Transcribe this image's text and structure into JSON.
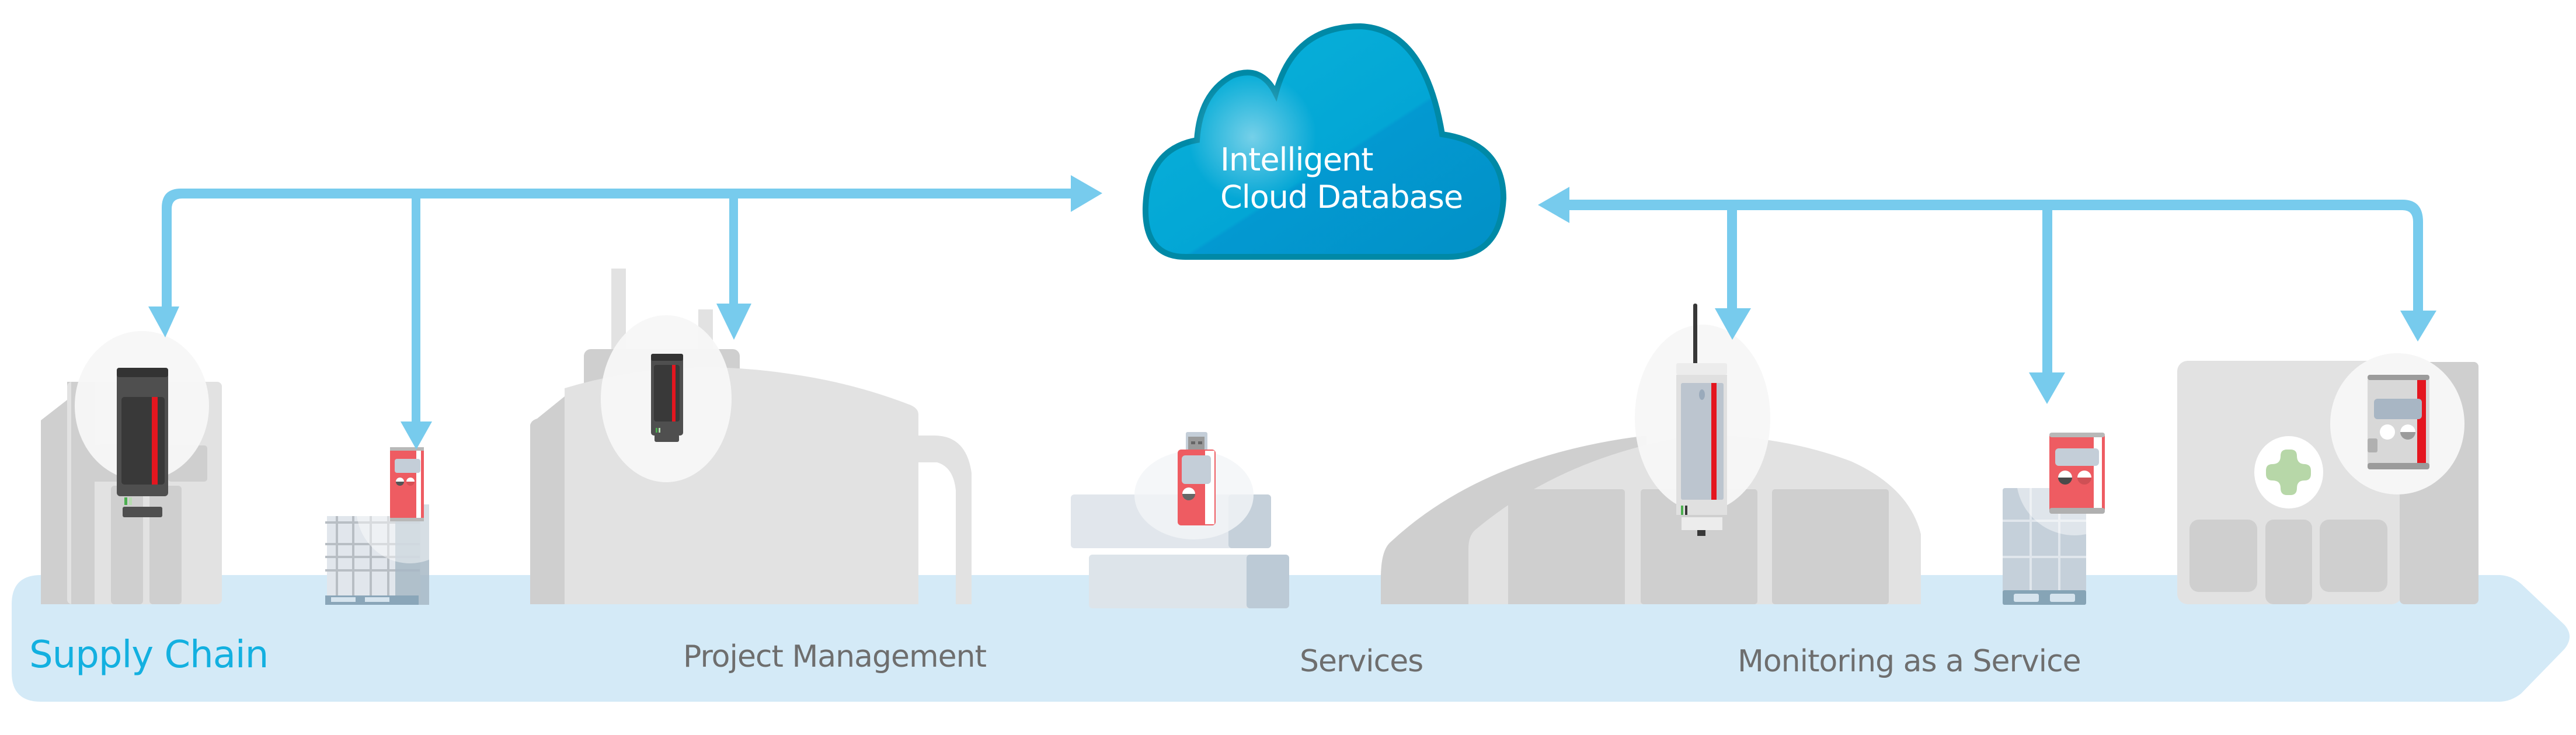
{
  "diagram": {
    "cloud": {
      "line1": "Intelligent",
      "line2": "Cloud Database",
      "icon": "cloud-icon"
    },
    "stages": [
      {
        "id": "supply-chain",
        "label": "Supply Chain",
        "emphasized": true
      },
      {
        "id": "project-management",
        "label": "Project Management",
        "emphasized": false
      },
      {
        "id": "services",
        "label": "Services",
        "emphasized": false
      },
      {
        "id": "monitoring-as-a-service",
        "label": "Monitoring as a Service",
        "emphasized": false
      }
    ],
    "scenes": [
      {
        "name": "office-building",
        "device": "dark-data-logger"
      },
      {
        "name": "ibc-container-pallet",
        "device": "red-data-logger"
      },
      {
        "name": "factory",
        "device": "dark-data-logger"
      },
      {
        "name": "server-racks",
        "device": "usb-data-logger"
      },
      {
        "name": "warehouse",
        "device": "wireless-data-logger"
      },
      {
        "name": "ibc-container-pallet",
        "device": "red-data-logger"
      },
      {
        "name": "hospital",
        "device": "gray-data-logger"
      }
    ],
    "connections": {
      "left_group": "bidirectional-to-cloud",
      "right_group": "bidirectional-to-cloud"
    }
  },
  "colors": {
    "arrow": "#77cbed",
    "band": "#d4eaf7",
    "accent_text": "#13b0e0",
    "label_text": "#6e6e6e",
    "cloud_fill": "#03a3d3",
    "cloud_stroke": "#0089a6",
    "building_light": "#e2e2e2",
    "building_dark": "#cfcfcf",
    "device_red": "#e4161f",
    "logger_red": "#ee5c62"
  }
}
